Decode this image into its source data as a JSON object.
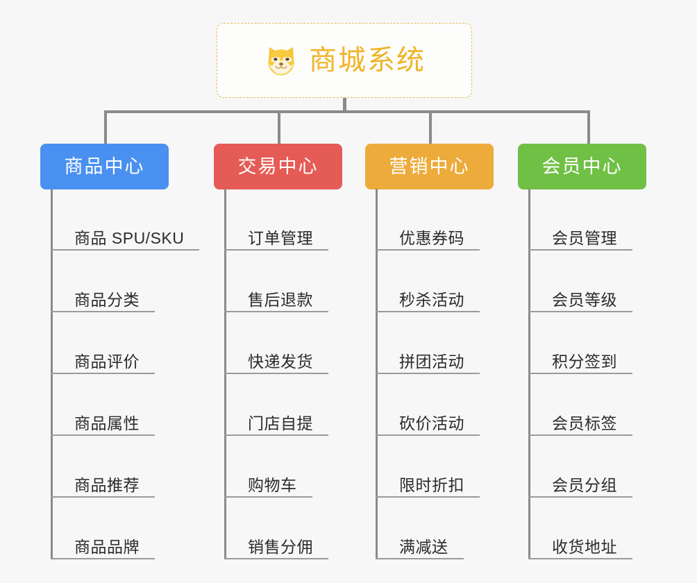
{
  "diagram": {
    "type": "mindmap",
    "background_color": "#f7f7f7",
    "root": {
      "title": "商城系统",
      "icon": "shiba-dog-face-emoji",
      "text_color": "#f0b429",
      "border_color": "#e8b95a",
      "background_color": "#fdfdfc"
    },
    "branches": [
      {
        "label": "商品中心",
        "color": "#4a90f0",
        "items": [
          "商品 SPU/SKU",
          "商品分类",
          "商品评价",
          "商品属性",
          "商品推荐",
          "商品品牌"
        ]
      },
      {
        "label": "交易中心",
        "color": "#e55b55",
        "items": [
          "订单管理",
          "售后退款",
          "快递发货",
          "门店自提",
          "购物车",
          "销售分佣"
        ]
      },
      {
        "label": "营销中心",
        "color": "#edab3b",
        "items": [
          "优惠券码",
          "秒杀活动",
          "拼团活动",
          "砍价活动",
          "限时折扣",
          "满减送"
        ]
      },
      {
        "label": "会员中心",
        "color": "#71c046",
        "items": [
          "会员管理",
          "会员等级",
          "积分签到",
          "会员标签",
          "会员分组",
          "收货地址"
        ]
      }
    ],
    "connector_color": "#8a8a8a",
    "leaf_line_color": "#9a9a9a",
    "leaf_text_color": "#2b2b2b"
  }
}
